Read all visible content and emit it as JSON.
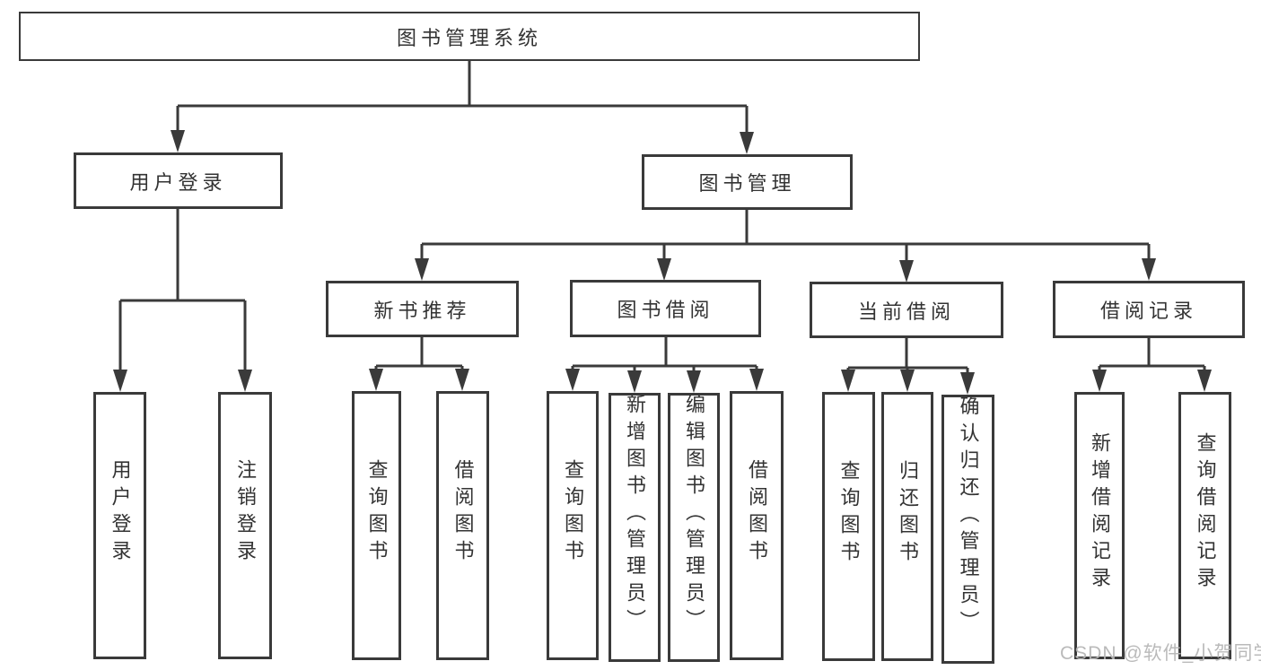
{
  "diagram_type": "feature-hierarchy-tree",
  "colors": {
    "line": "#3a3a3a",
    "box_border": "#3a3a3a",
    "text": "#333333",
    "background": "#ffffff",
    "watermark": "#b6b6b6"
  },
  "tree": {
    "root": {
      "label": "图书管理系统",
      "children": [
        {
          "label": "用户登录",
          "children": [
            {
              "label": "用户登录"
            },
            {
              "label": "注销登录"
            }
          ]
        },
        {
          "label": "图书管理",
          "children": [
            {
              "label": "新书推荐",
              "children": [
                {
                  "label": "查询图书"
                },
                {
                  "label": "借阅图书"
                }
              ]
            },
            {
              "label": "图书借阅",
              "children": [
                {
                  "label": "查询图书"
                },
                {
                  "label": "新增图书（管理员）"
                },
                {
                  "label": "编辑图书（管理员）"
                },
                {
                  "label": "借阅图书"
                }
              ]
            },
            {
              "label": "当前借阅",
              "children": [
                {
                  "label": "查询图书"
                },
                {
                  "label": "归还图书"
                },
                {
                  "label": "确认归还（管理员）"
                }
              ]
            },
            {
              "label": "借阅记录",
              "children": [
                {
                  "label": "新增借阅记录"
                },
                {
                  "label": "查询借阅记录"
                }
              ]
            }
          ]
        }
      ]
    }
  },
  "watermark": {
    "text": "CSDN @软件_小贺同学"
  }
}
